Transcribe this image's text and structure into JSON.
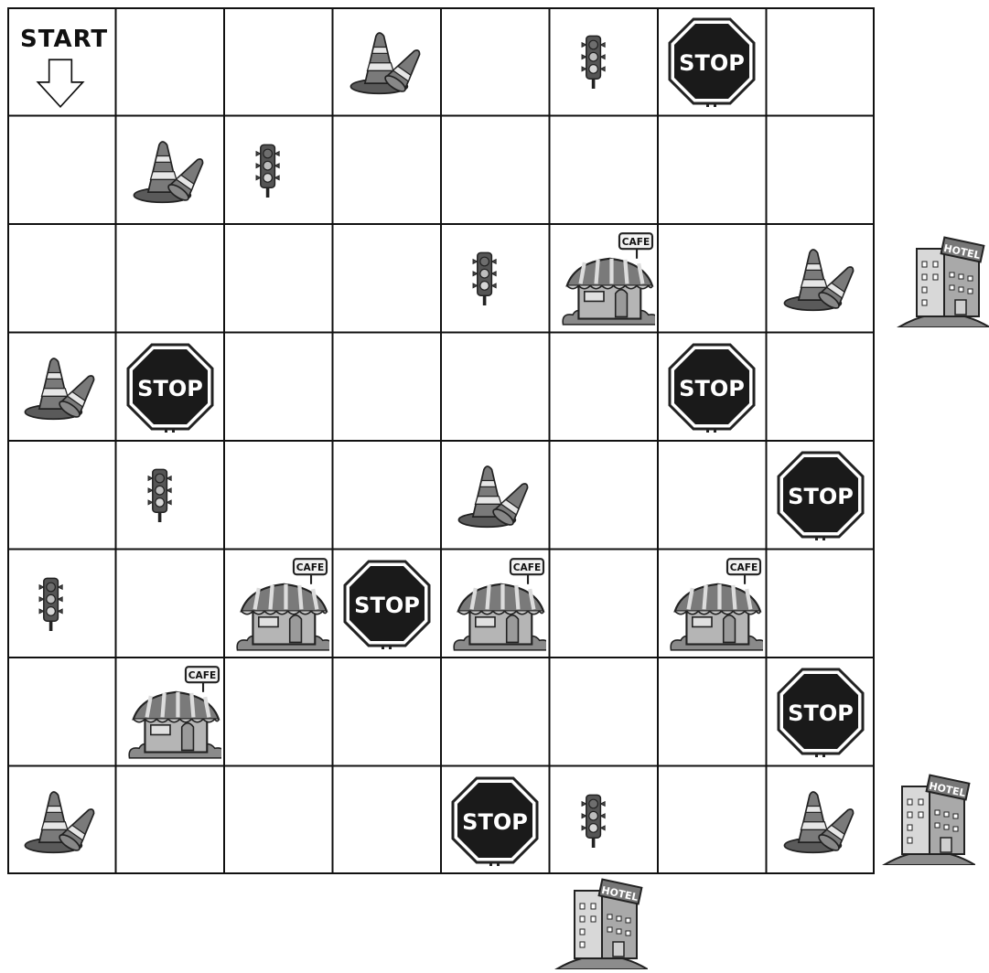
{
  "start": {
    "label": "START"
  },
  "sign_text": {
    "stop": "STOP",
    "cafe": "CAFE",
    "hotel": "HOTEL"
  },
  "icons": {
    "cone": "traffic-cone-icon",
    "light": "traffic-light-icon",
    "stop": "stop-sign-icon",
    "cafe": "cafe-building-icon",
    "hotel": "hotel-building-icon"
  },
  "grid": {
    "rows": 8,
    "cols": 8,
    "cells": [
      [
        "start",
        "",
        "",
        "cone",
        "",
        "light",
        "stop",
        ""
      ],
      [
        "",
        "cone",
        "light",
        "",
        "",
        "",
        "",
        ""
      ],
      [
        "",
        "",
        "",
        "",
        "light",
        "cafe",
        "",
        "cone"
      ],
      [
        "cone",
        "stop",
        "",
        "",
        "",
        "",
        "stop",
        ""
      ],
      [
        "",
        "light",
        "",
        "",
        "cone",
        "",
        "",
        "stop"
      ],
      [
        "light",
        "",
        "cafe",
        "stop",
        "cafe",
        "",
        "cafe",
        ""
      ],
      [
        "",
        "cafe",
        "",
        "",
        "",
        "",
        "",
        "stop"
      ],
      [
        "cone",
        "",
        "",
        "",
        "stop",
        "light",
        "",
        "cone"
      ]
    ]
  },
  "exits": [
    {
      "id": "hotel-right-row3",
      "item": "hotel"
    },
    {
      "id": "hotel-right-row8",
      "item": "hotel"
    },
    {
      "id": "hotel-bottom-col6",
      "item": "hotel"
    }
  ],
  "colors": {
    "grid_line": "#111111",
    "stop_fill": "#1a1a1a",
    "cone_fill": "#7a7a7a",
    "light_body": "#555555",
    "building": "#9a9a9a"
  }
}
